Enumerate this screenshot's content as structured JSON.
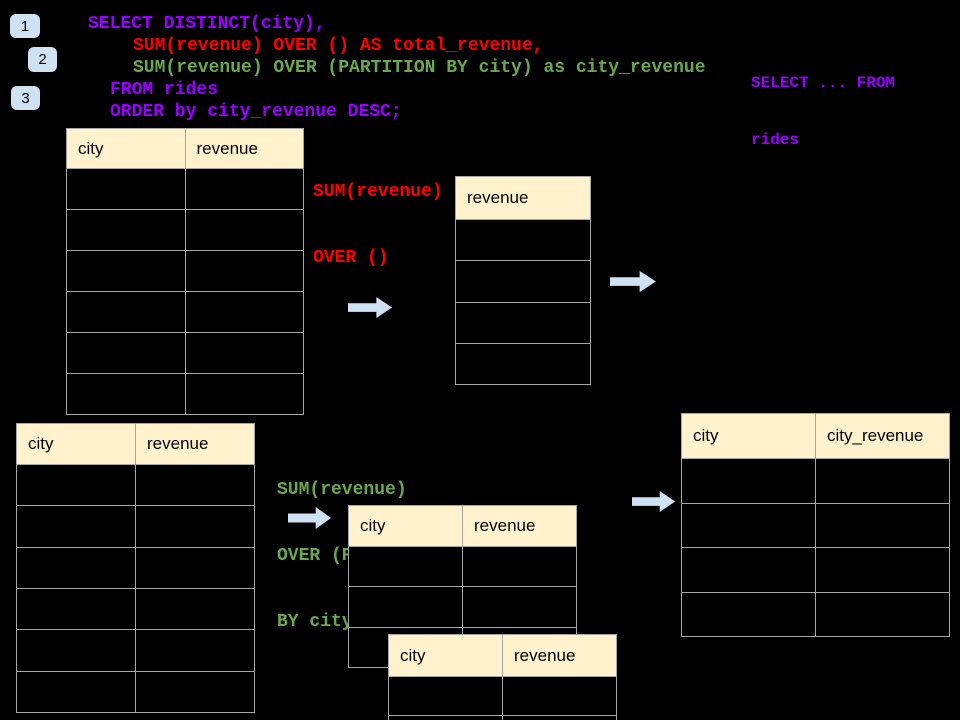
{
  "colors": {
    "background": "#000000",
    "table_border": "#a6a6a6",
    "table_header_fill": "#fff2cc",
    "badge_fill": "#cfe2f3",
    "arrow_fill": "#cfe2f3",
    "sql_purple": "#9900ff",
    "sql_red": "#ff0000",
    "sql_green": "#6aa84f"
  },
  "badges": [
    {
      "label": "1"
    },
    {
      "label": "2"
    },
    {
      "label": "3"
    }
  ],
  "sql_code": {
    "lines": [
      {
        "text": "SELECT DISTINCT(city),",
        "color": "#9900ff"
      },
      {
        "text": "SUM(revenue) OVER () AS total_revenue,",
        "color": "#ff0000"
      },
      {
        "text": "SUM(revenue) OVER (PARTITION BY city) as city_revenue",
        "color": "#6aa84f"
      },
      {
        "text": "FROM rides",
        "color": "#9900ff"
      },
      {
        "text": "ORDER by city_revenue DESC;",
        "color": "#9900ff"
      }
    ]
  },
  "side_note": {
    "color": "#9900ff",
    "lines": [
      {
        "text": "SELECT ... FROM"
      },
      {
        "text": "rides"
      }
    ]
  },
  "annotations": {
    "total_revenue_label": {
      "color": "#ff0000",
      "lines": [
        {
          "text": "SUM(revenue)"
        },
        {
          "text": "OVER ()"
        }
      ]
    },
    "partition_label": {
      "color": "#6aa84f",
      "lines": [
        {
          "text": "SUM(revenue)"
        },
        {
          "text": "OVER (PARTITION"
        },
        {
          "text": "BY city)"
        }
      ]
    }
  },
  "tables": {
    "source_top": {
      "headers": [
        "city",
        "revenue"
      ],
      "row_count": 6
    },
    "total_result": {
      "headers": [
        "revenue"
      ],
      "row_count": 4
    },
    "source_bottom": {
      "headers": [
        "city",
        "revenue"
      ],
      "row_count": 6
    },
    "partition_input": {
      "headers": [
        "city",
        "revenue"
      ],
      "row_count": 3
    },
    "partition_input_overlay": {
      "headers": [
        "city",
        "revenue"
      ],
      "row_count": 2
    },
    "city_revenue_result": {
      "headers": [
        "city",
        "city_revenue"
      ],
      "row_count": 4
    }
  }
}
